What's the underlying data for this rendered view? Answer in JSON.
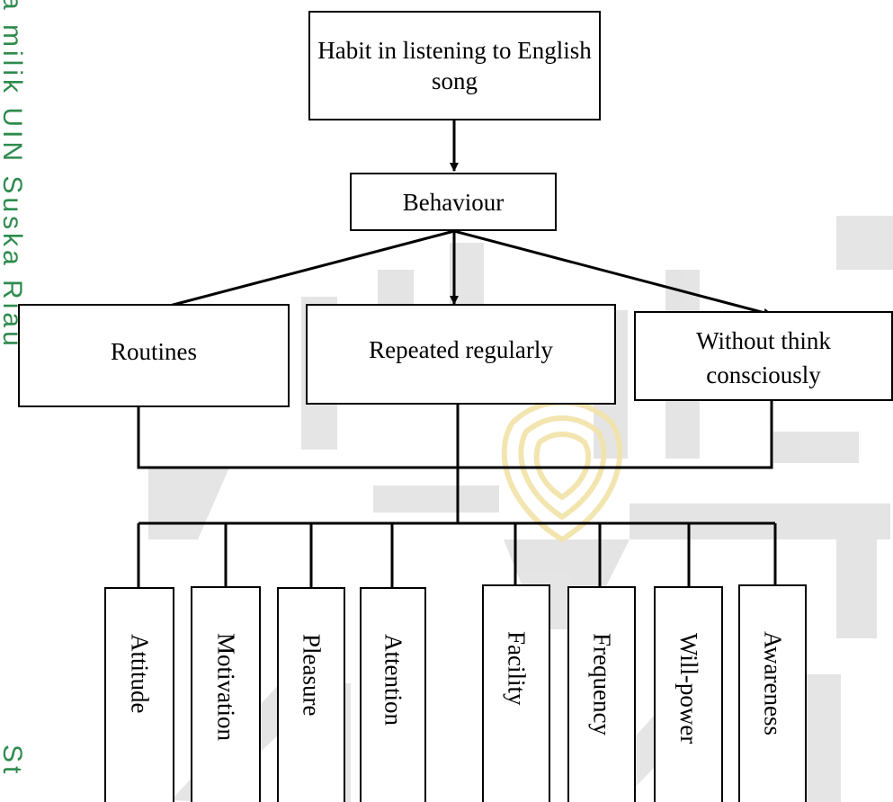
{
  "watermark": {
    "side_text_top": "a milik UIN Suska Riau",
    "side_text_bottom": "St",
    "colors": {
      "side_text": "#2e8b4e",
      "pattern": "#cfcfcf",
      "emblem": "#f2e3a8"
    }
  },
  "diagram": {
    "root": "Habit in listening to English song",
    "behaviour": "Behaviour",
    "branches": {
      "routines": "Routines",
      "repeated": "Repeated regularly",
      "without": "Without think consciously"
    },
    "factors": [
      "Attitude",
      "Motivation",
      "Pleasure",
      "Attention",
      "Facility",
      "Frequency",
      "Will-power",
      "Awareness"
    ],
    "colors": {
      "line": "#000000",
      "box_fill": "#ffffff",
      "text": "#000000"
    }
  }
}
